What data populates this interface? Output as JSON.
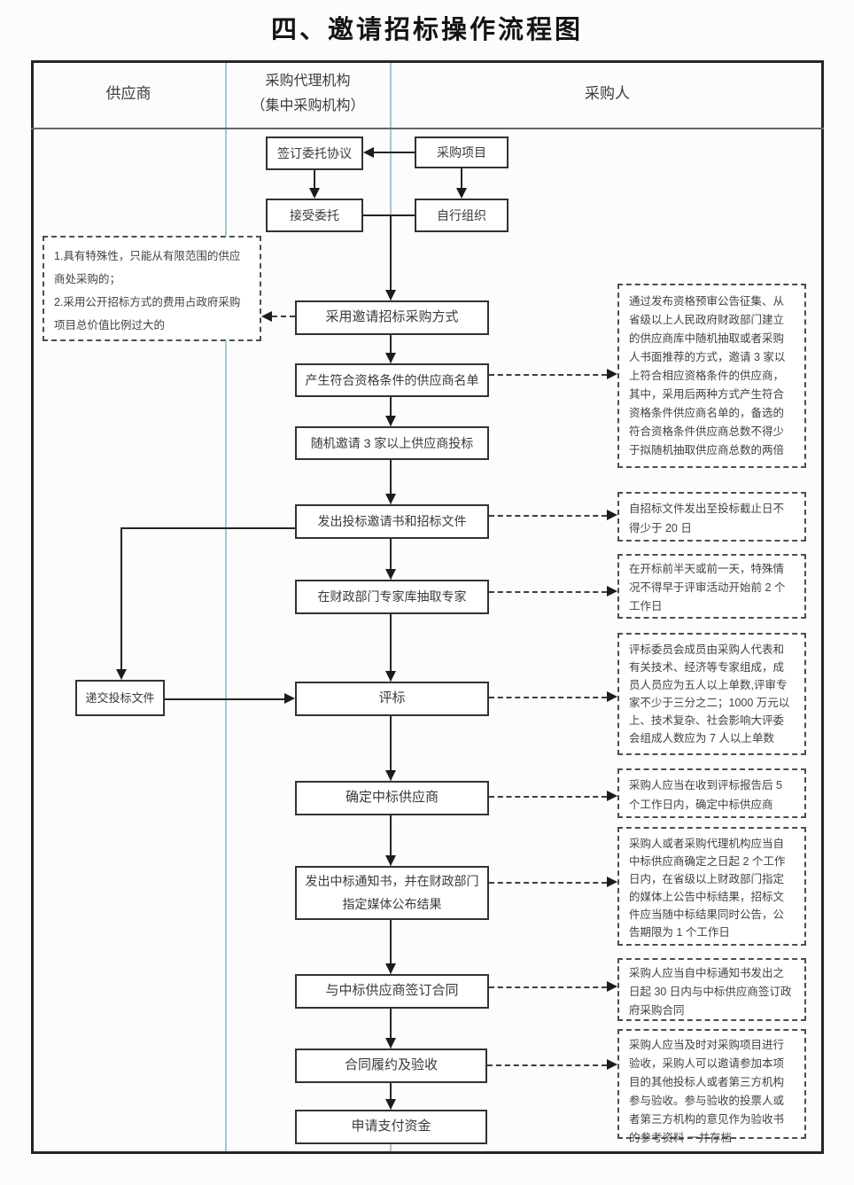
{
  "title": "四、邀请招标操作流程图",
  "lanes": {
    "supplier": "供应商",
    "agency": "采购代理机构\n（集中采购机构）",
    "purchaser": "采购人"
  },
  "nodes": {
    "sign_agreement": "签订委托协议",
    "procurement_project": "采购项目",
    "accept_entrustment": "接受委托",
    "self_organize": "自行组织",
    "method": "采用邀请招标采购方式",
    "shortlist": "产生符合资格条件的供应商名单",
    "invite_three": "随机邀请 3 家以上供应商投标",
    "issue_documents": "发出投标邀请书和招标文件",
    "extract_experts": "在财政部门专家库抽取专家",
    "submit_bid": "递交投标文件",
    "evaluate": "评标",
    "determine_winner": "确定中标供应商",
    "issue_notice": "发出中标通知书，并在财政部门指定媒体公布结果",
    "sign_contract": "与中标供应商签订合同",
    "fulfil_accept": "合同履约及验收",
    "request_payment": "申请支付资金"
  },
  "annotations": {
    "left_note": "1.具有特殊性，只能从有限范围的供应商处采购的；\n2.采用公开招标方式的费用占政府采购项目总价值比例过大的",
    "note1": "通过发布资格预审公告征集、从省级以上人民政府财政部门建立的供应商库中随机抽取或者采购人书面推荐的方式，邀请 3 家以上符合相应资格条件的供应商，其中，采用后两种方式产生符合资格条件供应商名单的，备选的符合资格条件供应商总数不得少于拟随机抽取供应商总数的两倍",
    "note2": "自招标文件发出至投标截止日不得少于 20 日",
    "note3": "在开标前半天或前一天，特殊情况不得早于评审活动开始前 2 个工作日",
    "note4": "评标委员会成员由采购人代表和有关技术、经济等专家组成，成员人员应为五人以上单数,评审专家不少于三分之二；1000 万元以上、技术复杂、社会影响大评委会组成人数应为 7 人以上单数",
    "note5": "采购人应当在收到评标报告后 5 个工作日内，确定中标供应商",
    "note6": "采购人或者采购代理机构应当自中标供应商确定之日起 2 个工作日内，在省级以上财政部门指定的媒体上公告中标结果，招标文件应当随中标结果同时公告，公告期限为 1 个工作日",
    "note7": "采购人应当自中标通知书发出之日起 30 日内与中标供应商签订政府采购合同",
    "note8": "采购人应当及时对采购项目进行验收，采购人可以邀请参加本项目的其他投标人或者第三方机构参与验收。参与验收的投票人或者第三方机构的意见作为验收书的参考资料 一并存档"
  },
  "colors": {
    "line": "#242424",
    "lane_divider": "#a6c6d2",
    "box_border": "#323232",
    "text": "#3a3a3a",
    "background": "#fcfcfc"
  }
}
